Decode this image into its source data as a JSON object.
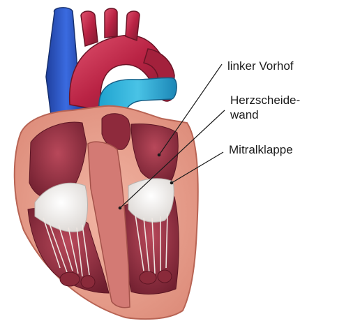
{
  "labels": {
    "atrium": "linker Vorhof",
    "septum_line1": "Herzscheide-",
    "septum_line2": "wand",
    "valve": "Mitralklappe"
  }
}
